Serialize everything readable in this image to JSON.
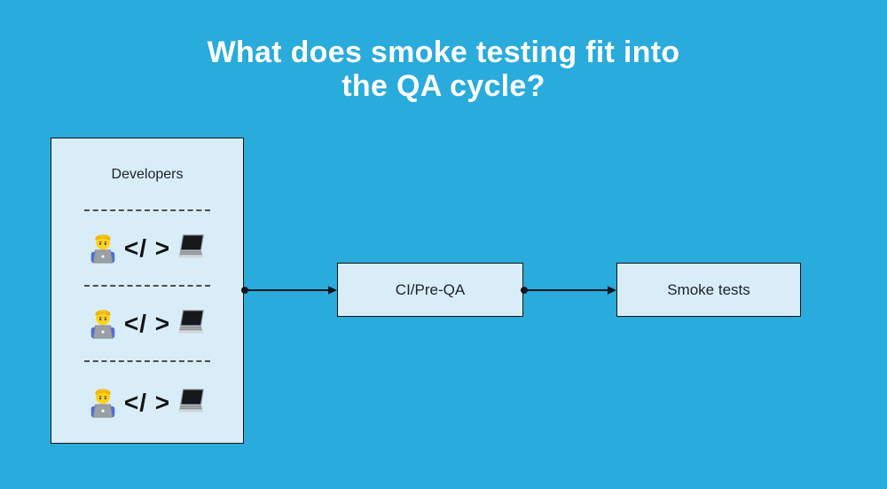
{
  "title": {
    "line1": "What does smoke testing fit into",
    "line2": "the QA cycle?"
  },
  "colors": {
    "background": "#29ABDC",
    "panel_fill": "#D9EDF8",
    "panel_border": "#151515",
    "divider": "#4D4D4D",
    "text_dark": "#1D2129",
    "text_light": "#FFFFFF",
    "connector": "#0F1620"
  },
  "developers_panel": {
    "label": "Developers",
    "rows": [
      {
        "person_icon": "technologist-emoji",
        "code_text": "</ >",
        "laptop_icon": "laptop-emoji"
      },
      {
        "person_icon": "technologist-emoji",
        "code_text": "</ >",
        "laptop_icon": "laptop-emoji"
      },
      {
        "person_icon": "technologist-emoji",
        "code_text": "</ >",
        "laptop_icon": "laptop-emoji"
      }
    ]
  },
  "nodes": {
    "ci": {
      "label": "CI/Pre-QA"
    },
    "smoke": {
      "label": "Smoke tests"
    }
  }
}
